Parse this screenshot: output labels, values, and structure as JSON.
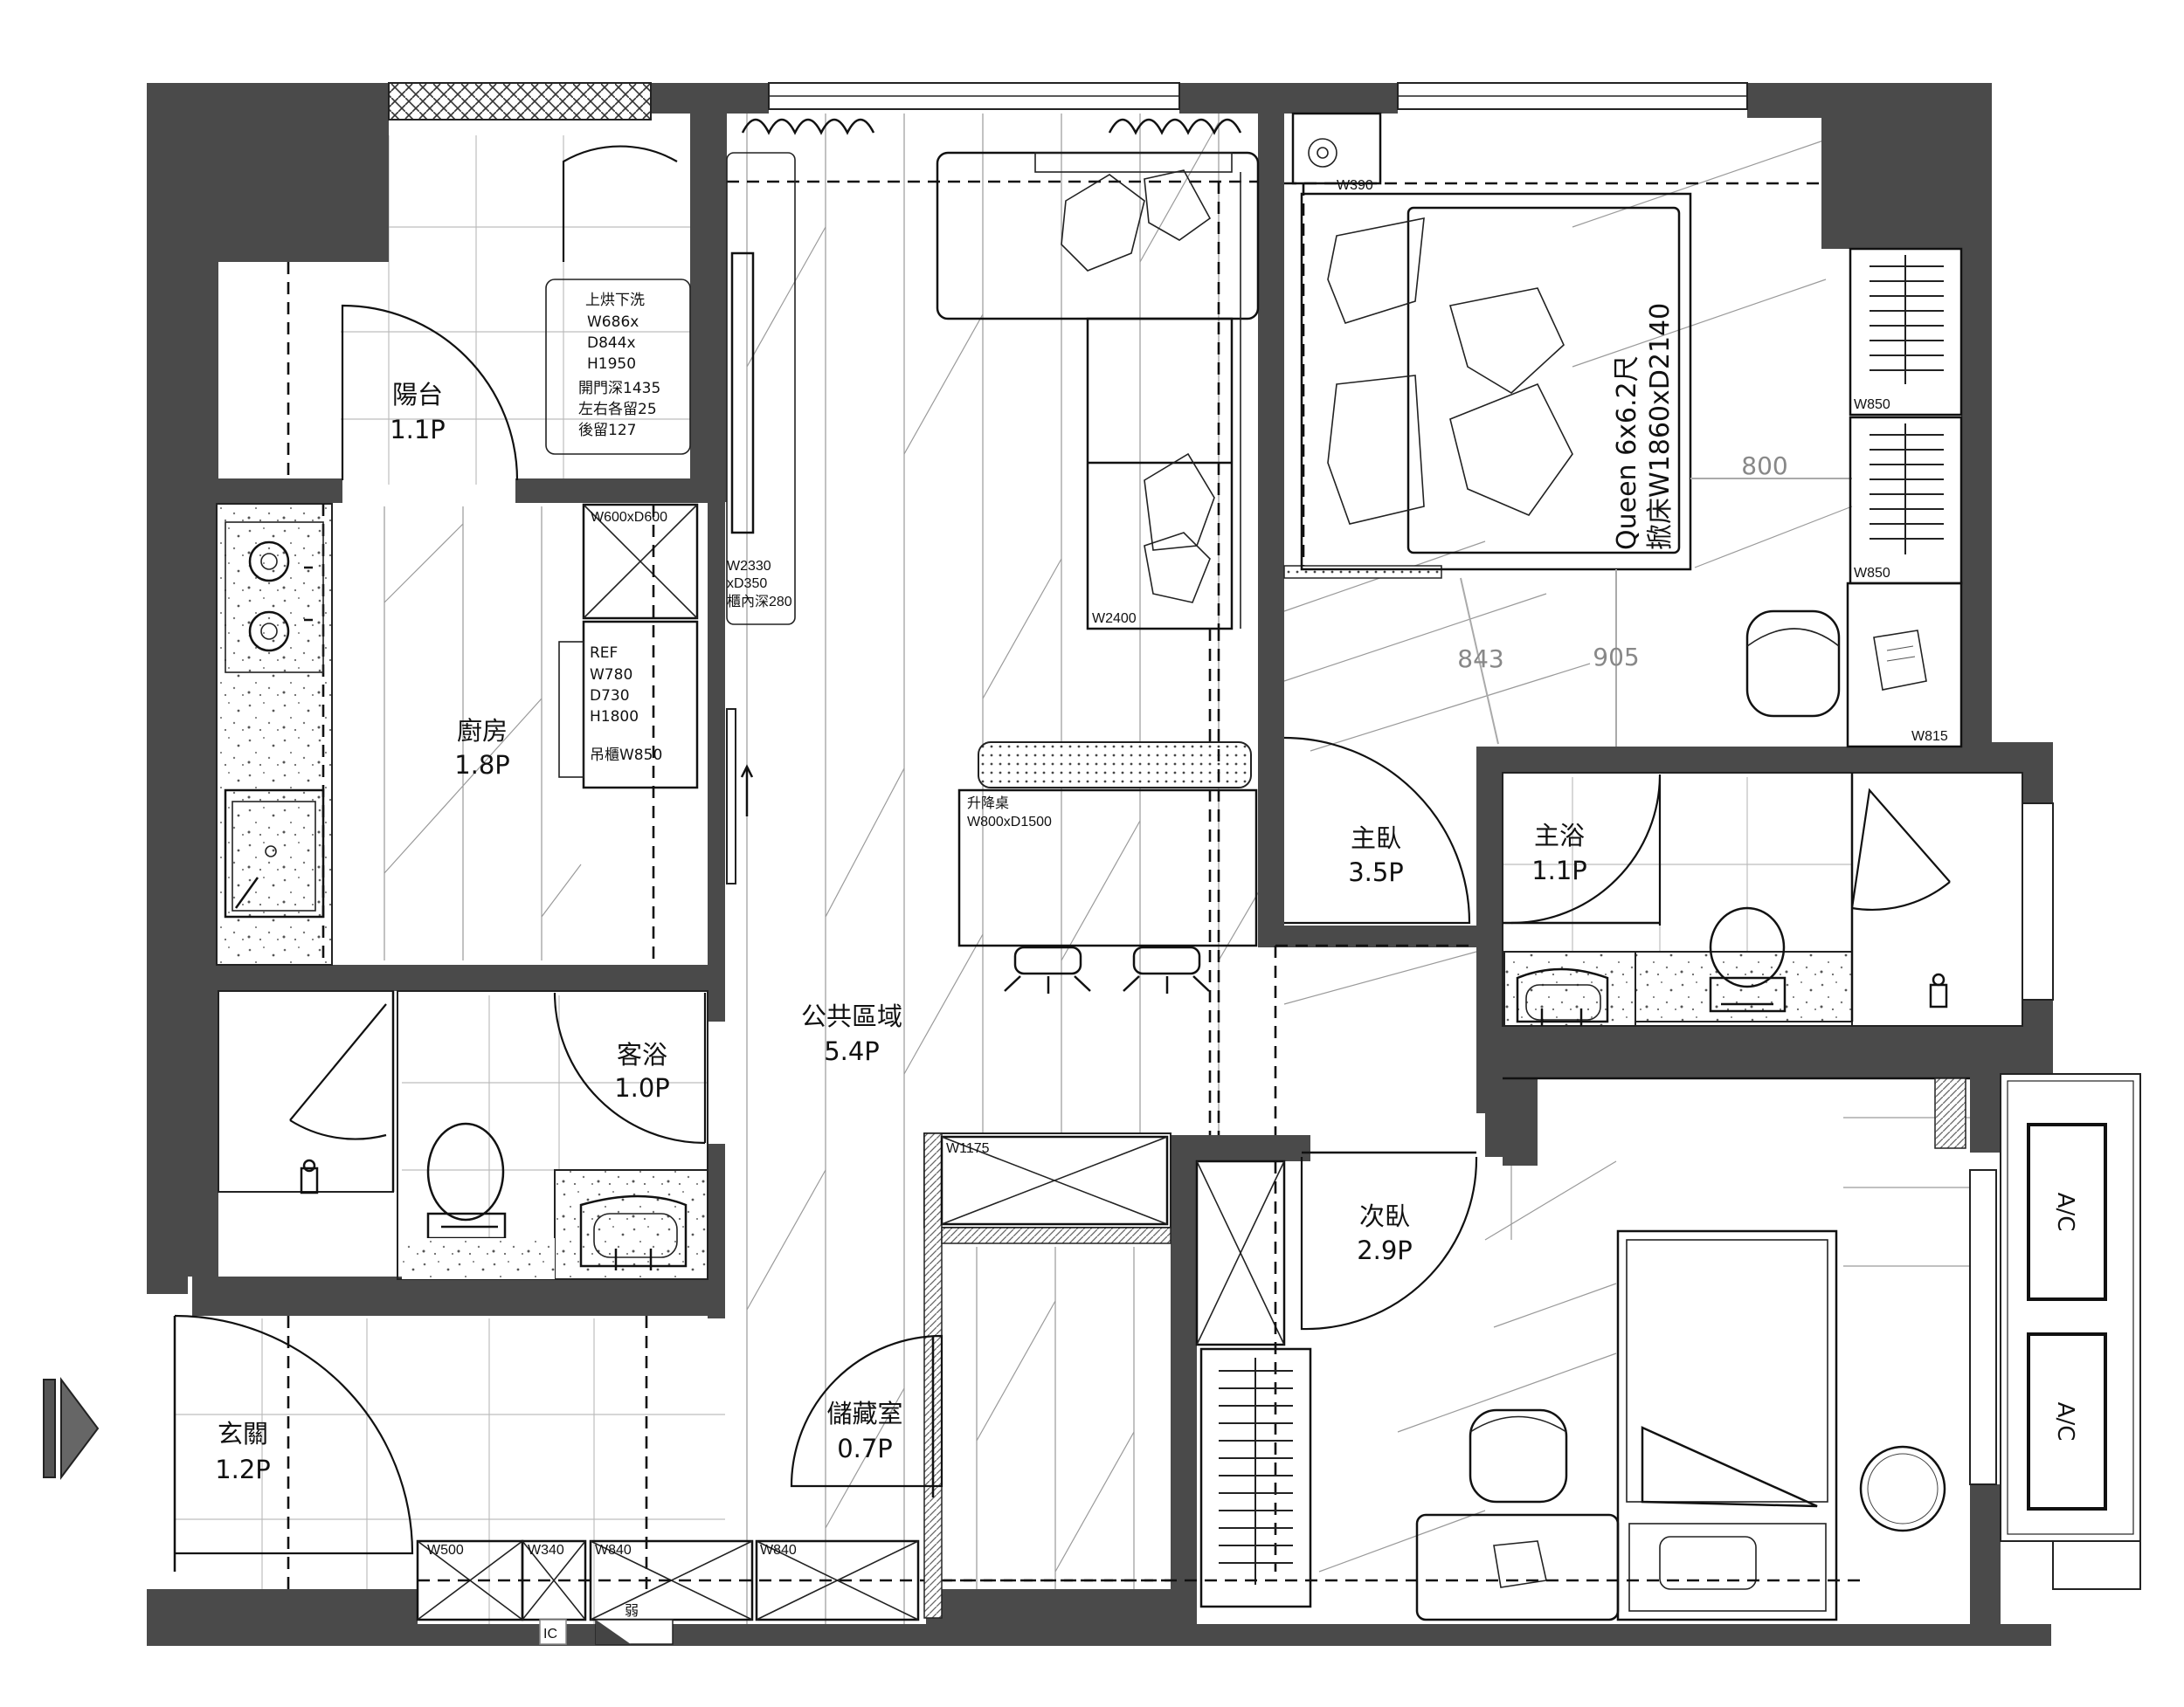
{
  "rooms": {
    "balcony": {
      "name": "陽台",
      "area": "1.1P"
    },
    "kitchen": {
      "name": "廚房",
      "area": "1.8P"
    },
    "guest_bath": {
      "name": "客浴",
      "area": "1.0P"
    },
    "entry": {
      "name": "玄關",
      "area": "1.2P"
    },
    "public": {
      "name": "公共區域",
      "area": "5.4P"
    },
    "storage": {
      "name": "儲藏室",
      "area": "0.7P"
    },
    "master_bedroom": {
      "name": "主臥",
      "area": "3.5P"
    },
    "master_bath": {
      "name": "主浴",
      "area": "1.1P"
    },
    "second_bedroom": {
      "name": "次臥",
      "area": "2.9P"
    }
  },
  "washer_note": [
    "上烘下洗",
    "W686x",
    "D844x",
    "H1950",
    "開門深1435",
    "左右各留25",
    "後留127"
  ],
  "fridge_note": [
    "REF",
    "W780",
    "D730",
    "H1800"
  ],
  "cabinet_labels": {
    "kitchen_upper": "W600xD600",
    "kitchen_hanging": "吊櫃W850",
    "tv_wall": [
      "W2330",
      "xD350",
      "櫃內深280"
    ],
    "sofa": "W2400",
    "desk_title": "升降桌",
    "desk_size": "W800xD1500",
    "master_top": "W390",
    "wardrobe_1": "W850",
    "wardrobe_2": "W850",
    "master_desk": "W815",
    "hall_cabinet": "W1175",
    "entry_1": "W500",
    "entry_2": "W340",
    "entry_3": "W840",
    "entry_4": "W840",
    "weak_box": "弱",
    "ic_box": "IC"
  },
  "bed": {
    "line1": "Queen 6x6.2尺",
    "line2": "掀床W1860xD2140"
  },
  "dimensions": {
    "bed_side": "800",
    "walk_left": "843",
    "walk_right": "905"
  },
  "ac_units": [
    "A/C",
    "A/C"
  ]
}
